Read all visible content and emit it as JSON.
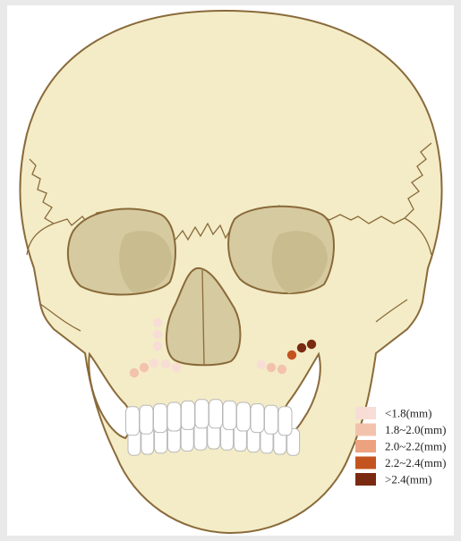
{
  "figure": {
    "bone_color": "#f3ecc7",
    "outline_color": "#8a6a3a",
    "cavity_color": "#d6caa0",
    "tooth_color": "#ffffff"
  },
  "legend": [
    {
      "label": "<1.8(mm)",
      "color": "#f8ddd6"
    },
    {
      "label": "1.8~2.0(mm)",
      "color": "#f3c2ad"
    },
    {
      "label": "2.0~2.2(mm)",
      "color": "#eda27f"
    },
    {
      "label": "2.2~2.4(mm)",
      "color": "#c4541f"
    },
    {
      "label": ">2.4(mm)",
      "color": "#7a2a10"
    }
  ],
  "measurement_points": [
    {
      "side": "right-maxilla",
      "category": 0
    },
    {
      "side": "right-maxilla",
      "category": 0
    },
    {
      "side": "right-maxilla",
      "category": 0
    },
    {
      "side": "right-maxilla",
      "category": 1
    },
    {
      "side": "right-maxilla",
      "category": 1
    },
    {
      "side": "right-maxilla",
      "category": 0
    },
    {
      "side": "right-maxilla",
      "category": 0
    },
    {
      "side": "right-maxilla",
      "category": 0
    },
    {
      "side": "left-maxilla",
      "category": 0
    },
    {
      "side": "left-maxilla",
      "category": 1
    },
    {
      "side": "left-maxilla",
      "category": 1
    },
    {
      "side": "left-zygoma",
      "category": 3
    },
    {
      "side": "left-zygoma",
      "category": 4
    },
    {
      "side": "left-zygoma",
      "category": 4
    }
  ]
}
